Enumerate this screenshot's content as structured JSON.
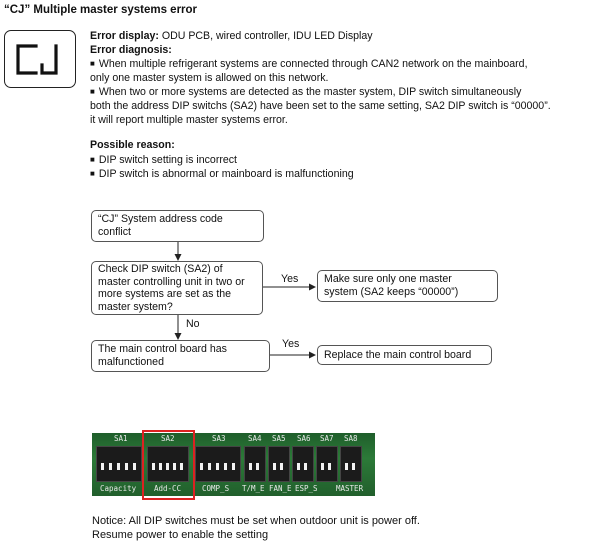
{
  "title": "“CJ” Multiple master systems error",
  "display_code": "CJ",
  "error_display": {
    "label": "Error display:",
    "value": " ODU PCB, wired controller, IDU LED Display"
  },
  "diagnosis": {
    "label": "Error diagnosis:",
    "lines": [
      "When multiple refrigerant systems are connected through CAN2 network on the mainboard,",
      "only one master system is allowed on this network.",
      "When two or more systems are detected as the master system, DIP switch simultaneously",
      "both the address DIP switchs (SA2) have been set to the same setting, SA2 DIP switch is “00000”.",
      "it will report multiple master systems error."
    ]
  },
  "possible_reason": {
    "label": "Possible reason:",
    "items": [
      "DIP switch setting is incorrect",
      "DIP switch is abnormal or mainboard is malfunctioning"
    ]
  },
  "flowchart": {
    "start": [
      "“CJ” System address code",
      "conflict"
    ],
    "check": [
      "Check DIP switch (SA2) of",
      "master controlling unit in two or",
      "more systems are set as the",
      "master system?"
    ],
    "yes_label": "Yes",
    "no_label": "No",
    "action_yes": [
      "Make sure only one master",
      "system (SA2 keeps “00000”)"
    ],
    "board": [
      "The main control board has",
      "malfunctioned"
    ],
    "yes_label_2": "Yes",
    "action_board": "Replace the main control board"
  },
  "pcb": {
    "switch_labels": [
      "SA1",
      "SA2",
      "SA3",
      "SA4",
      "SA5",
      "SA6",
      "SA7",
      "SA8"
    ],
    "bottom_labels": [
      "Capacity",
      "Add-CC",
      "COMP_S",
      "T/M_E",
      "FAN_E",
      "ESP_S",
      "MASTER"
    ]
  },
  "notice": [
    "Notice: All DIP switches must be set when outdoor unit is power off.",
    "Resume power to enable the setting"
  ]
}
